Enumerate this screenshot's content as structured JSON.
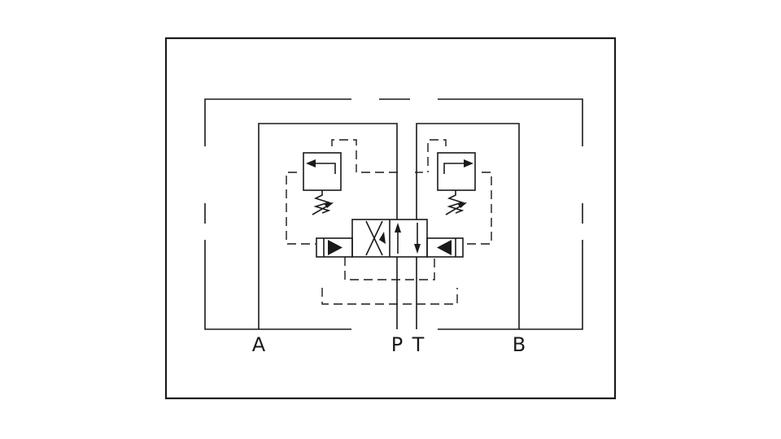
{
  "ports": {
    "a": "A",
    "p": "P",
    "t": "T",
    "b": "B"
  },
  "colors": {
    "line": "#1a1a1a",
    "background": "#ffffff"
  }
}
